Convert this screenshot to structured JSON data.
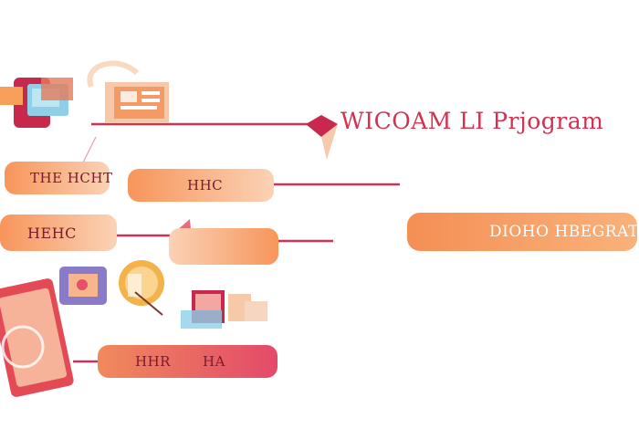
{
  "title": "WICOAM LI Prjogram",
  "pills": {
    "left_top": "THE HCHT",
    "mid_top": "HHC",
    "left_mid": "HEHC",
    "right": "DIOHO HBEGRAT",
    "bottom_left": "HHR",
    "bottom_right": "HA"
  },
  "colors": {
    "accent": "#d4304f",
    "pill_orange": "#f6a05c",
    "pill_pink": "#e8506a",
    "connector": "#cc3355"
  },
  "icons": [
    "photo-card-icon",
    "document-stack-icon",
    "calendar-card-icon",
    "tablet-icon",
    "map-pin-icon",
    "gallery-cards-icon"
  ]
}
